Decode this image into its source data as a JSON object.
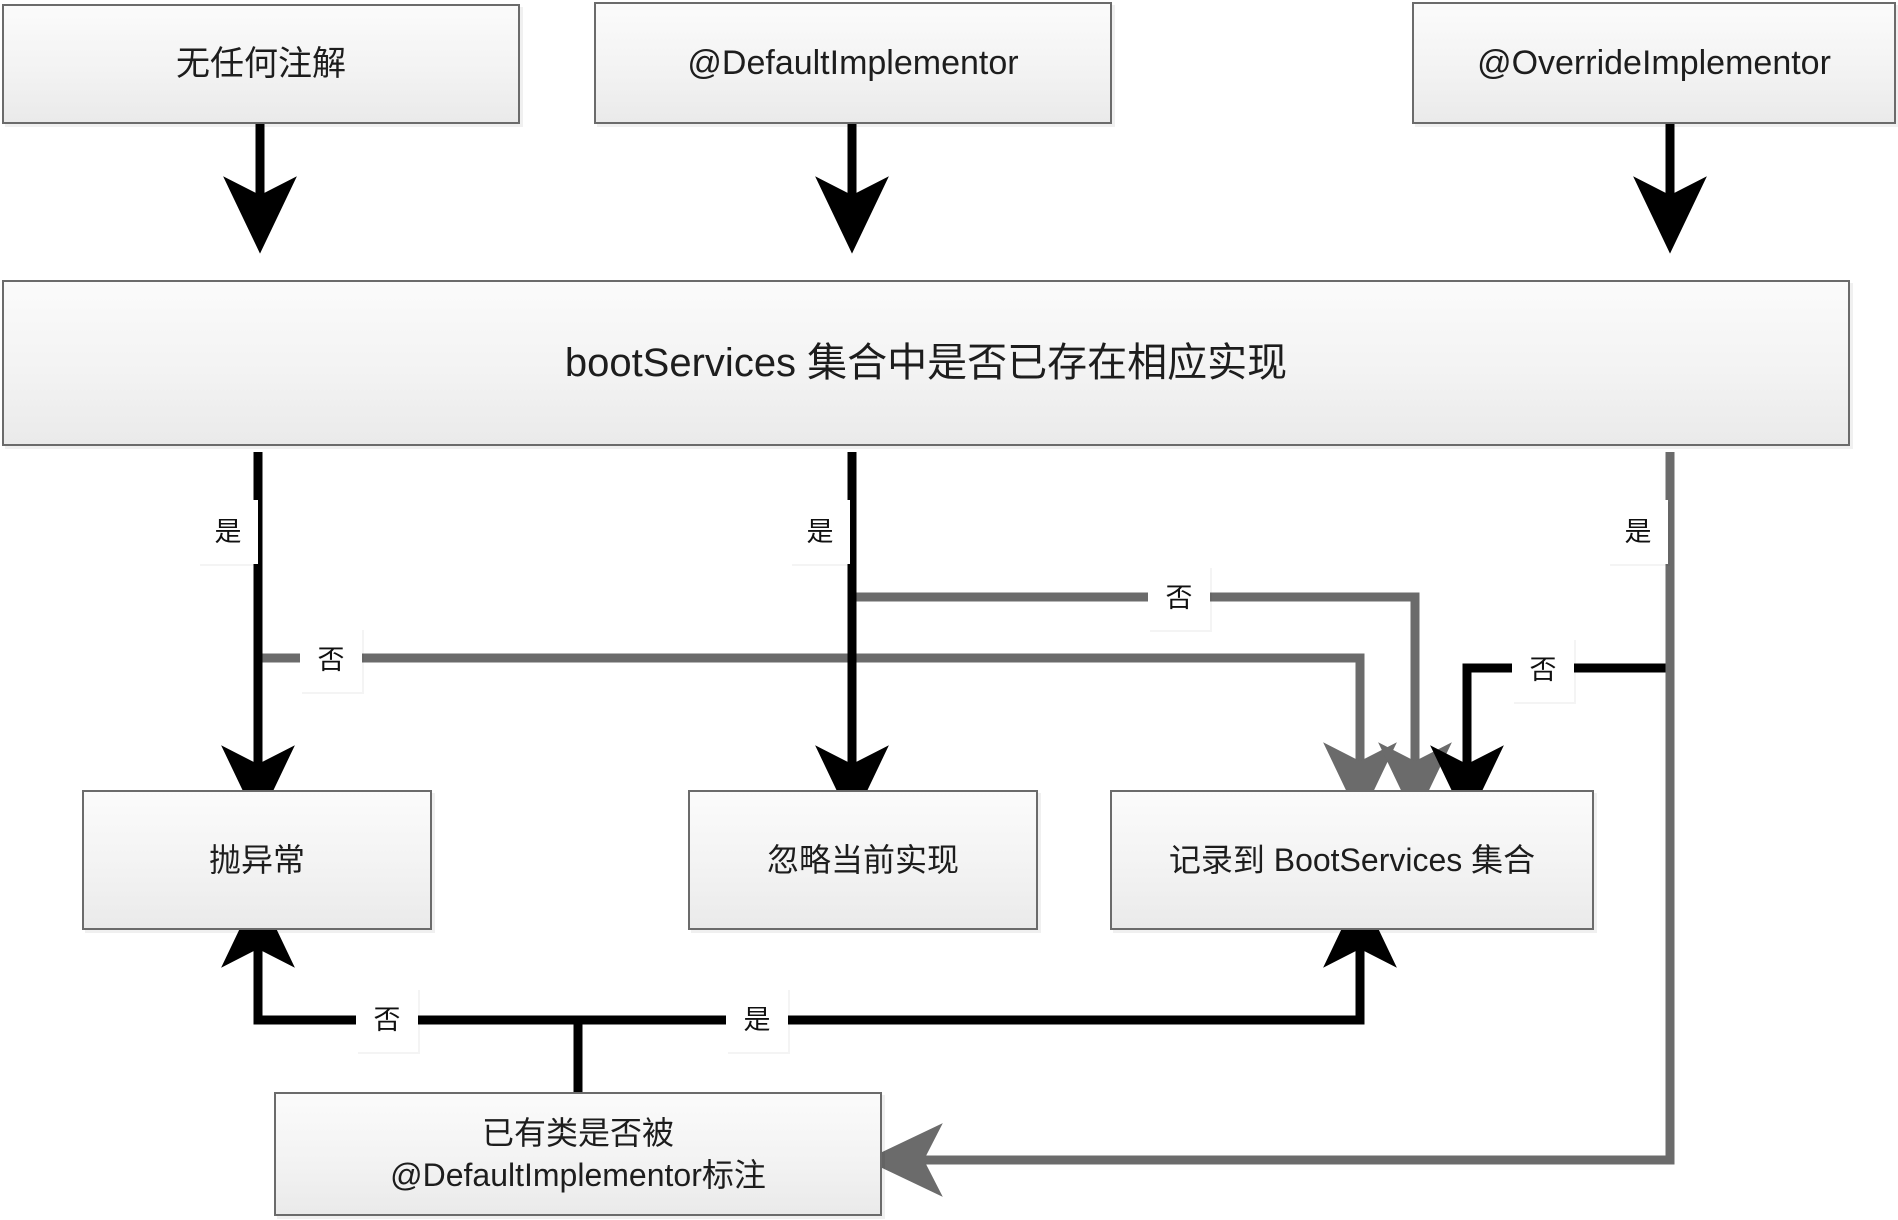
{
  "diagram": {
    "title": "bootServices implementor registration flow",
    "colors": {
      "node_border": "#6b6b6b",
      "node_fill_top": "#fbfbfb",
      "node_fill_bottom": "#eaeaea",
      "edge_black": "#000000",
      "edge_gray": "#6b6b6b",
      "label_bg": "#ffffff",
      "text": "#1d1d1d",
      "page_bg": "#ffffff"
    },
    "nodes": [
      {
        "id": "n_none",
        "text": "无任何注解",
        "font_size": 34
      },
      {
        "id": "n_default",
        "text": "@DefaultImplementor",
        "font_size": 34
      },
      {
        "id": "n_override",
        "text": "@OverrideImplementor",
        "font_size": 34
      },
      {
        "id": "n_decide",
        "text": "bootServices 集合中是否已存在相应实现",
        "font_size": 40
      },
      {
        "id": "n_throw",
        "text": "抛异常",
        "font_size": 32
      },
      {
        "id": "n_ignore",
        "text": "忽略当前实现",
        "font_size": 32
      },
      {
        "id": "n_record",
        "text": "记录到 BootServices 集合",
        "font_size": 32
      },
      {
        "id": "n_check_l1",
        "text": "已有类是否被",
        "font_size": 32
      },
      {
        "id": "n_check_l2",
        "text": "@DefaultImplementor标注",
        "font_size": 32
      }
    ],
    "edge_labels": {
      "yes": "是",
      "no": "否"
    },
    "edges": [
      {
        "from": "n_none",
        "to": "n_decide",
        "label": "",
        "stroke": "black"
      },
      {
        "from": "n_default",
        "to": "n_decide",
        "label": "",
        "stroke": "black"
      },
      {
        "from": "n_override",
        "to": "n_decide",
        "label": "",
        "stroke": "black"
      },
      {
        "from": "n_decide",
        "to": "n_throw",
        "label": "是",
        "stroke": "black",
        "branch": "none-yes"
      },
      {
        "from": "n_decide",
        "to": "n_record",
        "label": "否",
        "stroke": "gray",
        "branch": "none-no"
      },
      {
        "from": "n_decide",
        "to": "n_ignore",
        "label": "是",
        "stroke": "black",
        "branch": "default-yes"
      },
      {
        "from": "n_decide",
        "to": "n_record",
        "label": "否",
        "stroke": "gray",
        "branch": "default-no"
      },
      {
        "from": "n_decide",
        "to": "n_check",
        "label": "是",
        "stroke": "gray",
        "branch": "override-yes"
      },
      {
        "from": "n_decide",
        "to": "n_record",
        "label": "否",
        "stroke": "black",
        "branch": "override-no"
      },
      {
        "from": "n_check",
        "to": "n_throw",
        "label": "否",
        "stroke": "black"
      },
      {
        "from": "n_check",
        "to": "n_record",
        "label": "是",
        "stroke": "black"
      }
    ]
  }
}
